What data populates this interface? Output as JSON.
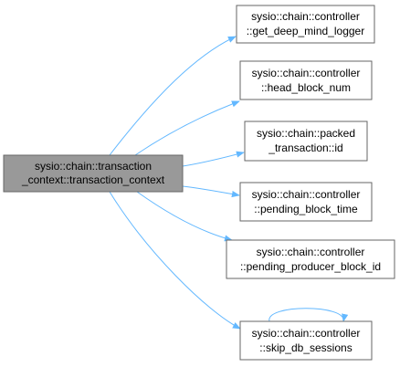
{
  "graph": {
    "root": {
      "id": "root",
      "lines": [
        "sysio::chain::transaction",
        "_context::transaction_context"
      ]
    },
    "callees": [
      {
        "id": "c1",
        "lines": [
          "sysio::chain::controller",
          "::get_deep_mind_logger"
        ]
      },
      {
        "id": "c2",
        "lines": [
          "sysio::chain::controller",
          "::head_block_num"
        ]
      },
      {
        "id": "c3",
        "lines": [
          "sysio::chain::packed",
          "_transaction::id"
        ]
      },
      {
        "id": "c4",
        "lines": [
          "sysio::chain::controller",
          "::pending_block_time"
        ]
      },
      {
        "id": "c5",
        "lines": [
          "sysio::chain::controller",
          "::pending_producer_block_id"
        ]
      },
      {
        "id": "c6",
        "lines": [
          "sysio::chain::controller",
          "::skip_db_sessions"
        ]
      }
    ],
    "edges": [
      {
        "from": "root",
        "to": "c1"
      },
      {
        "from": "root",
        "to": "c2"
      },
      {
        "from": "root",
        "to": "c3"
      },
      {
        "from": "root",
        "to": "c4"
      },
      {
        "from": "root",
        "to": "c5"
      },
      {
        "from": "root",
        "to": "c6"
      },
      {
        "from": "c6",
        "to": "c6"
      }
    ],
    "colors": {
      "root_fill": "#999999",
      "node_fill": "#ffffff",
      "node_border": "#666666",
      "root_border": "#666666",
      "edge": "#63b8ff",
      "text": "#000000"
    }
  }
}
